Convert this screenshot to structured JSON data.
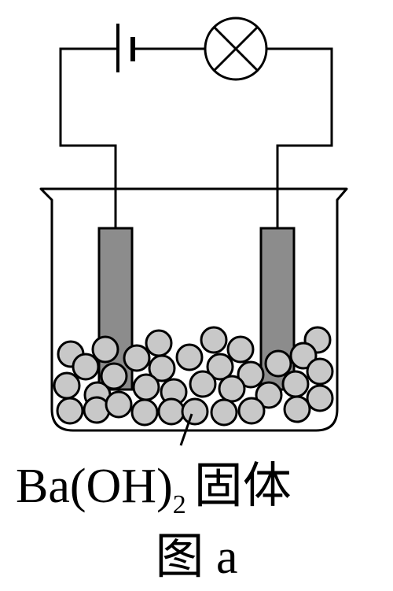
{
  "label": {
    "main": "Ba(OH)",
    "subscript": "2",
    "suffix": "固体"
  },
  "caption": "图 a",
  "colors": {
    "line": "#000000",
    "electrode": "#8c8c8c",
    "particle": "#c8c8c8",
    "background": "#ffffff"
  }
}
